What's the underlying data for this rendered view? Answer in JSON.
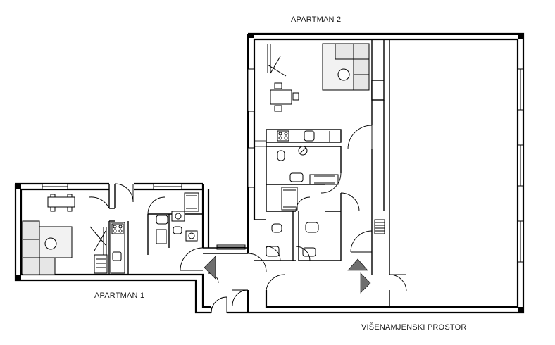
{
  "labels": {
    "apartman_2": "APARTMAN 2",
    "apartman_1": "APARTMAN 1",
    "visenamjenski": "VIŠENAMJENSKI PROSTOR"
  },
  "colors": {
    "wall": "#000000",
    "background": "#ffffff",
    "furniture_fill": "#e6e6e6",
    "arrow_fill": "#6f6f6f",
    "thin_line": "#333333"
  }
}
